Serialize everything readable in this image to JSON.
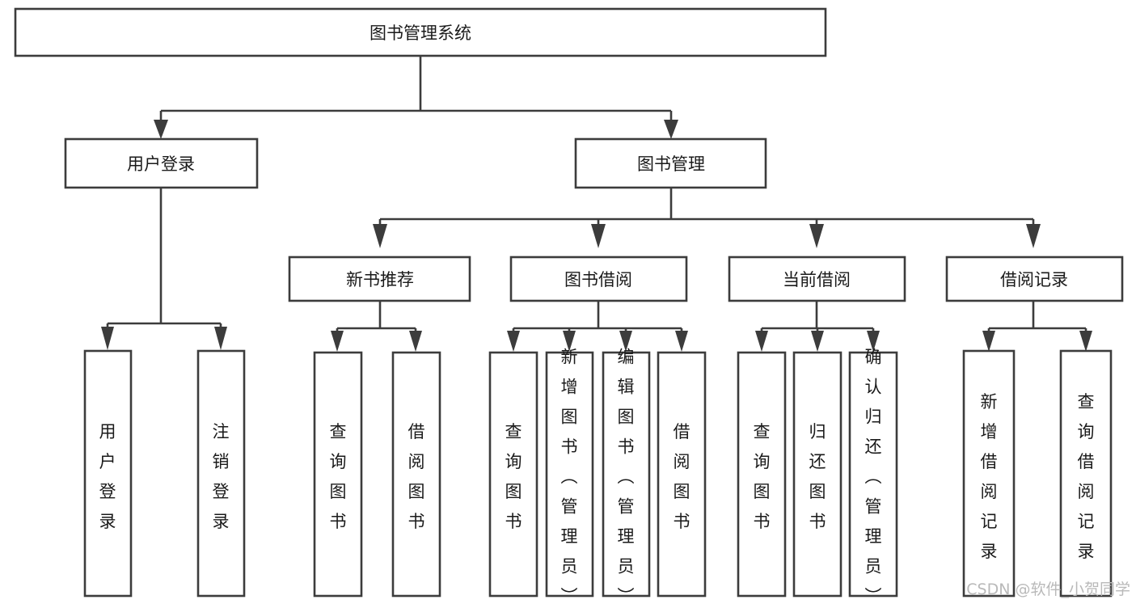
{
  "diagram": {
    "title": "图书管理系统",
    "type": "tree",
    "orientation": "top-down",
    "colors": {
      "background": "#ffffff",
      "box_stroke": "#3c3c3c",
      "box_fill": "#ffffff",
      "text": "#1a1a1a",
      "watermark": "#b9b9b9"
    },
    "root": {
      "label": "图书管理系统",
      "level": 0,
      "text_orientation": "horizontal"
    },
    "level2": [
      {
        "label": "用户登录",
        "text_orientation": "horizontal",
        "children": [
          {
            "label": "用户登录",
            "text_orientation": "vertical"
          },
          {
            "label": "注销登录",
            "text_orientation": "vertical"
          }
        ]
      },
      {
        "label": "图书管理",
        "text_orientation": "horizontal",
        "children": [
          {
            "label": "新书推荐",
            "text_orientation": "horizontal",
            "children": [
              {
                "label": "查询图书",
                "text_orientation": "vertical"
              },
              {
                "label": "借阅图书",
                "text_orientation": "vertical"
              }
            ]
          },
          {
            "label": "图书借阅",
            "text_orientation": "horizontal",
            "children": [
              {
                "label": "查询图书",
                "text_orientation": "vertical"
              },
              {
                "label": "新增图书（管理员）",
                "text_orientation": "vertical"
              },
              {
                "label": "编辑图书（管理员）",
                "text_orientation": "vertical"
              },
              {
                "label": "借阅图书",
                "text_orientation": "vertical"
              }
            ]
          },
          {
            "label": "当前借阅",
            "text_orientation": "horizontal",
            "children": [
              {
                "label": "查询图书",
                "text_orientation": "vertical"
              },
              {
                "label": "归还图书",
                "text_orientation": "vertical"
              },
              {
                "label": "确认归还（管理员）",
                "text_orientation": "vertical"
              }
            ]
          },
          {
            "label": "借阅记录",
            "text_orientation": "horizontal",
            "children": [
              {
                "label": "新增借阅记录",
                "text_orientation": "vertical"
              },
              {
                "label": "查询借阅记录",
                "text_orientation": "vertical"
              }
            ]
          }
        ]
      }
    ]
  },
  "watermark": {
    "text": "CSDN @软件_小贺同学"
  },
  "nodes": {
    "root": "图书管理系统",
    "user_login": "用户登录",
    "book_mgmt": "图书管理",
    "user_login_child_1": "用户登录",
    "user_login_child_2": "注销登录",
    "new_book_rec": "新书推荐",
    "new_book_rec_child_1": "查询图书",
    "new_book_rec_child_2": "借阅图书",
    "book_borrow": "图书借阅",
    "book_borrow_child_1": "查询图书",
    "book_borrow_child_2": "新增图书（管理员）",
    "book_borrow_child_3": "编辑图书（管理员）",
    "book_borrow_child_4": "借阅图书",
    "current_borrow": "当前借阅",
    "current_borrow_child_1": "查询图书",
    "current_borrow_child_2": "归还图书",
    "current_borrow_child_3": "确认归还（管理员）",
    "borrow_record": "借阅记录",
    "borrow_record_child_1": "新增借阅记录",
    "borrow_record_child_2": "查询借阅记录"
  }
}
